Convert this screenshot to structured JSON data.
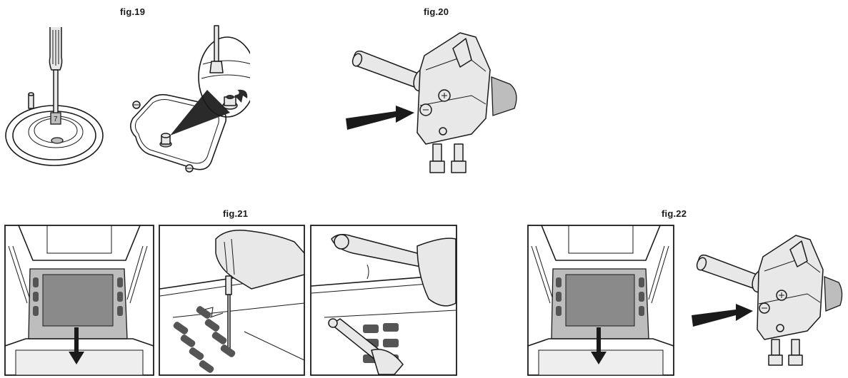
{
  "figures": {
    "fig19": {
      "label": "fig.19"
    },
    "fig20": {
      "label": "fig.20"
    },
    "fig21": {
      "label": "fig.21"
    },
    "fig22": {
      "label": "fig.22"
    }
  }
}
